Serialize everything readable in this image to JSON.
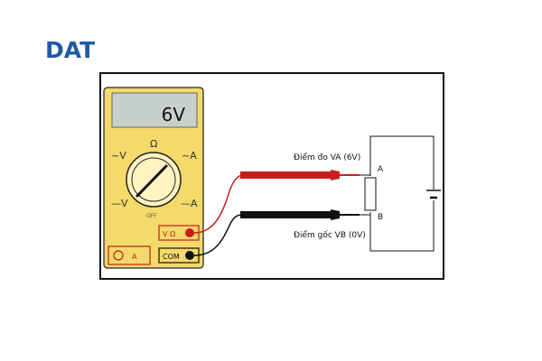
{
  "brand": {
    "logo_text": "DAT",
    "logo_color": "#1f5aa8"
  },
  "multimeter": {
    "display_value": "6V",
    "body_color": "#f4d96b",
    "display_color": "#c8cfcf",
    "dial_labels": {
      "ac_voltage": "~V",
      "dc_voltage": "—V",
      "ohm": "Ω",
      "ac_current": "~A",
      "dc_current": "—A",
      "off": "OFF"
    },
    "jacks": {
      "voltage_ohm": "V Ω",
      "com": "COM",
      "amp": "A"
    }
  },
  "circuit": {
    "probe_red_label": "Điểm đo VA (6V)",
    "probe_black_label": "Điểm gốc VB (0V)",
    "node_a": "A",
    "node_b": "B",
    "red_color": "#c81e1e",
    "black_color": "#111111"
  }
}
